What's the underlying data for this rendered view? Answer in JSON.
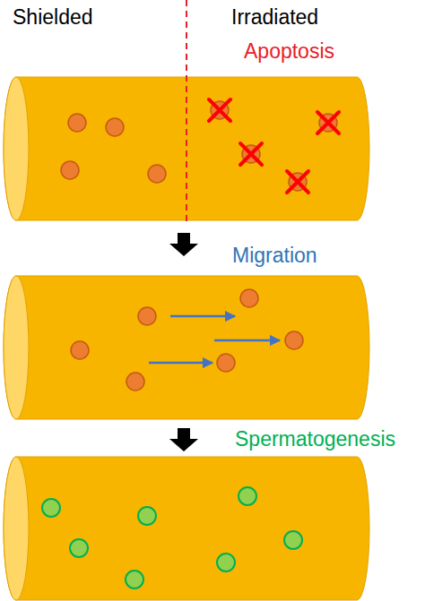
{
  "diagram": {
    "labels": [
      "Shielded",
      "Irradiated",
      "Apoptosis",
      "Migration",
      "Spermatogenesis"
    ]
  }
}
